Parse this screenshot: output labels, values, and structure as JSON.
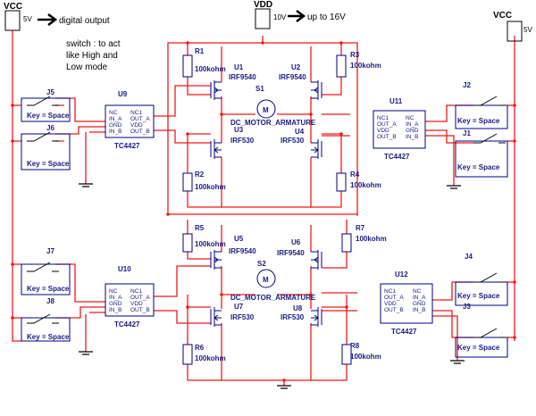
{
  "colors": {
    "wire": "#ee1a1a",
    "component": "#000080",
    "label": "#1a1a80",
    "background": "#ffffff"
  },
  "supplies": {
    "vcc_left": {
      "name": "VCC",
      "value": "5V"
    },
    "vdd": {
      "name": "VDD",
      "value": "10V"
    },
    "vcc_right": {
      "name": "VCC",
      "value": "5V"
    }
  },
  "notes": {
    "digital_output": "digital output",
    "up_to": "up to 16V",
    "switch_line1": "switch : to act",
    "switch_line2": "like High and",
    "switch_line3": "Low mode"
  },
  "switches": {
    "J1": {
      "name": "J1",
      "key": "Key = Space"
    },
    "J2": {
      "name": "J2",
      "key": "Key = Space"
    },
    "J3": {
      "name": "J3",
      "key": "Key = Space"
    },
    "J4": {
      "name": "J4",
      "key": "Key = Space"
    },
    "J5": {
      "name": "J5",
      "key": "Key = Space"
    },
    "J6": {
      "name": "J6",
      "key": "Key = Space"
    },
    "J7": {
      "name": "J7",
      "key": "Key = Space"
    },
    "J8": {
      "name": "J8",
      "key": "Key = Space"
    }
  },
  "drivers": {
    "U9": {
      "name": "U9",
      "part": "TC4427"
    },
    "U10": {
      "name": "U10",
      "part": "TC4427"
    },
    "U11": {
      "name": "U11",
      "part": "TC4427"
    },
    "U12": {
      "name": "U12",
      "part": "TC4427"
    },
    "pins_left": {
      "p1": "NC",
      "p2": "IN_A",
      "p3": "GND",
      "p4": "IN_B",
      "p5": "NC1",
      "p6": "OUT_A",
      "p7": "VDD",
      "p8": "OUT_B"
    },
    "pins_right": {
      "p1": "NC1",
      "p2": "OUT_A",
      "p3": "VDD",
      "p4": "OUT_B",
      "p5": "NC",
      "p6": "IN_A",
      "p7": "GND",
      "p8": "IN_B"
    }
  },
  "transistors": {
    "U1": {
      "name": "U1",
      "part": "IRF9540"
    },
    "U2": {
      "name": "U2",
      "part": "IRF9540"
    },
    "U3": {
      "name": "U3",
      "part": "IRF530"
    },
    "U4": {
      "name": "U4",
      "part": "IRF530"
    },
    "U5": {
      "name": "U5",
      "part": "IRF9540"
    },
    "U6": {
      "name": "U6",
      "part": "IRF9540"
    },
    "U7": {
      "name": "U7",
      "part": "IRF530"
    },
    "U8": {
      "name": "U8",
      "part": "IRF530"
    }
  },
  "resistors": {
    "R1": {
      "name": "R1",
      "value": "100kohm"
    },
    "R2": {
      "name": "R2",
      "value": "100kohm"
    },
    "R3": {
      "name": "R3",
      "value": "100kohm"
    },
    "R4": {
      "name": "R4",
      "value": "100kohm"
    },
    "R5": {
      "name": "R5",
      "value": "100kohm"
    },
    "R6": {
      "name": "R6",
      "value": "100kohm"
    },
    "R7": {
      "name": "R7",
      "value": "100kohm"
    },
    "R8": {
      "name": "R8",
      "value": "100kohm"
    }
  },
  "motors": {
    "S1": {
      "name": "S1",
      "type": "DC_MOTOR_ARMATURE",
      "symbol": "M"
    },
    "S2": {
      "name": "S2",
      "type": "DC_MOTOR_ARMATURE",
      "symbol": "M"
    }
  }
}
